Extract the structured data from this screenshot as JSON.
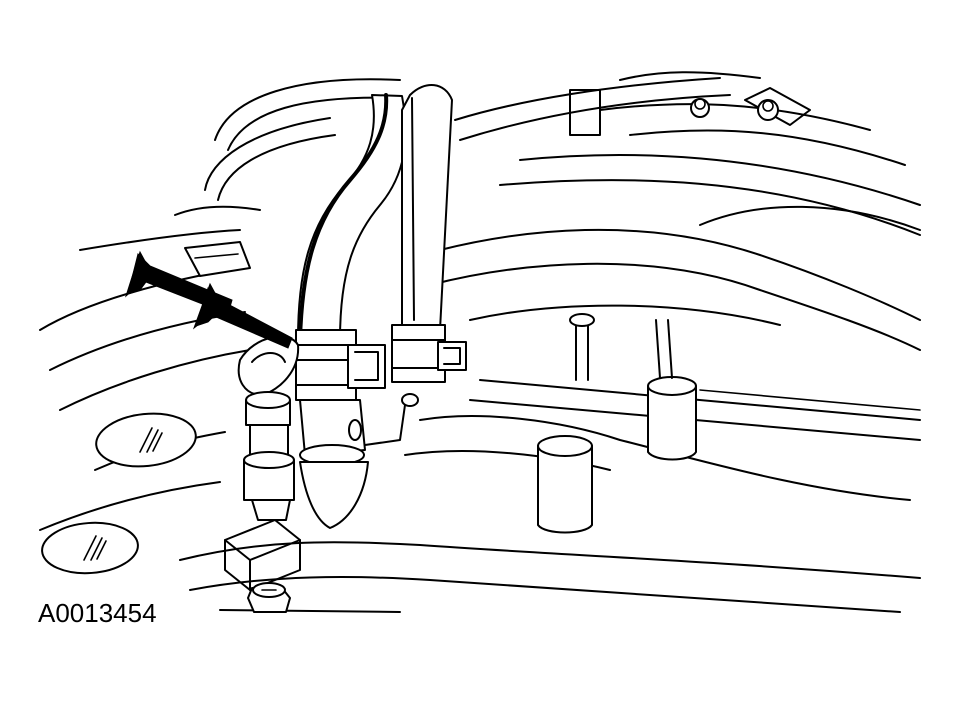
{
  "figure": {
    "id": "A0013454"
  },
  "colors": {
    "line": "#000000",
    "background": "#ffffff"
  },
  "callouts": {
    "count": 2,
    "style": "solid black arrows pointing to hose connection"
  }
}
